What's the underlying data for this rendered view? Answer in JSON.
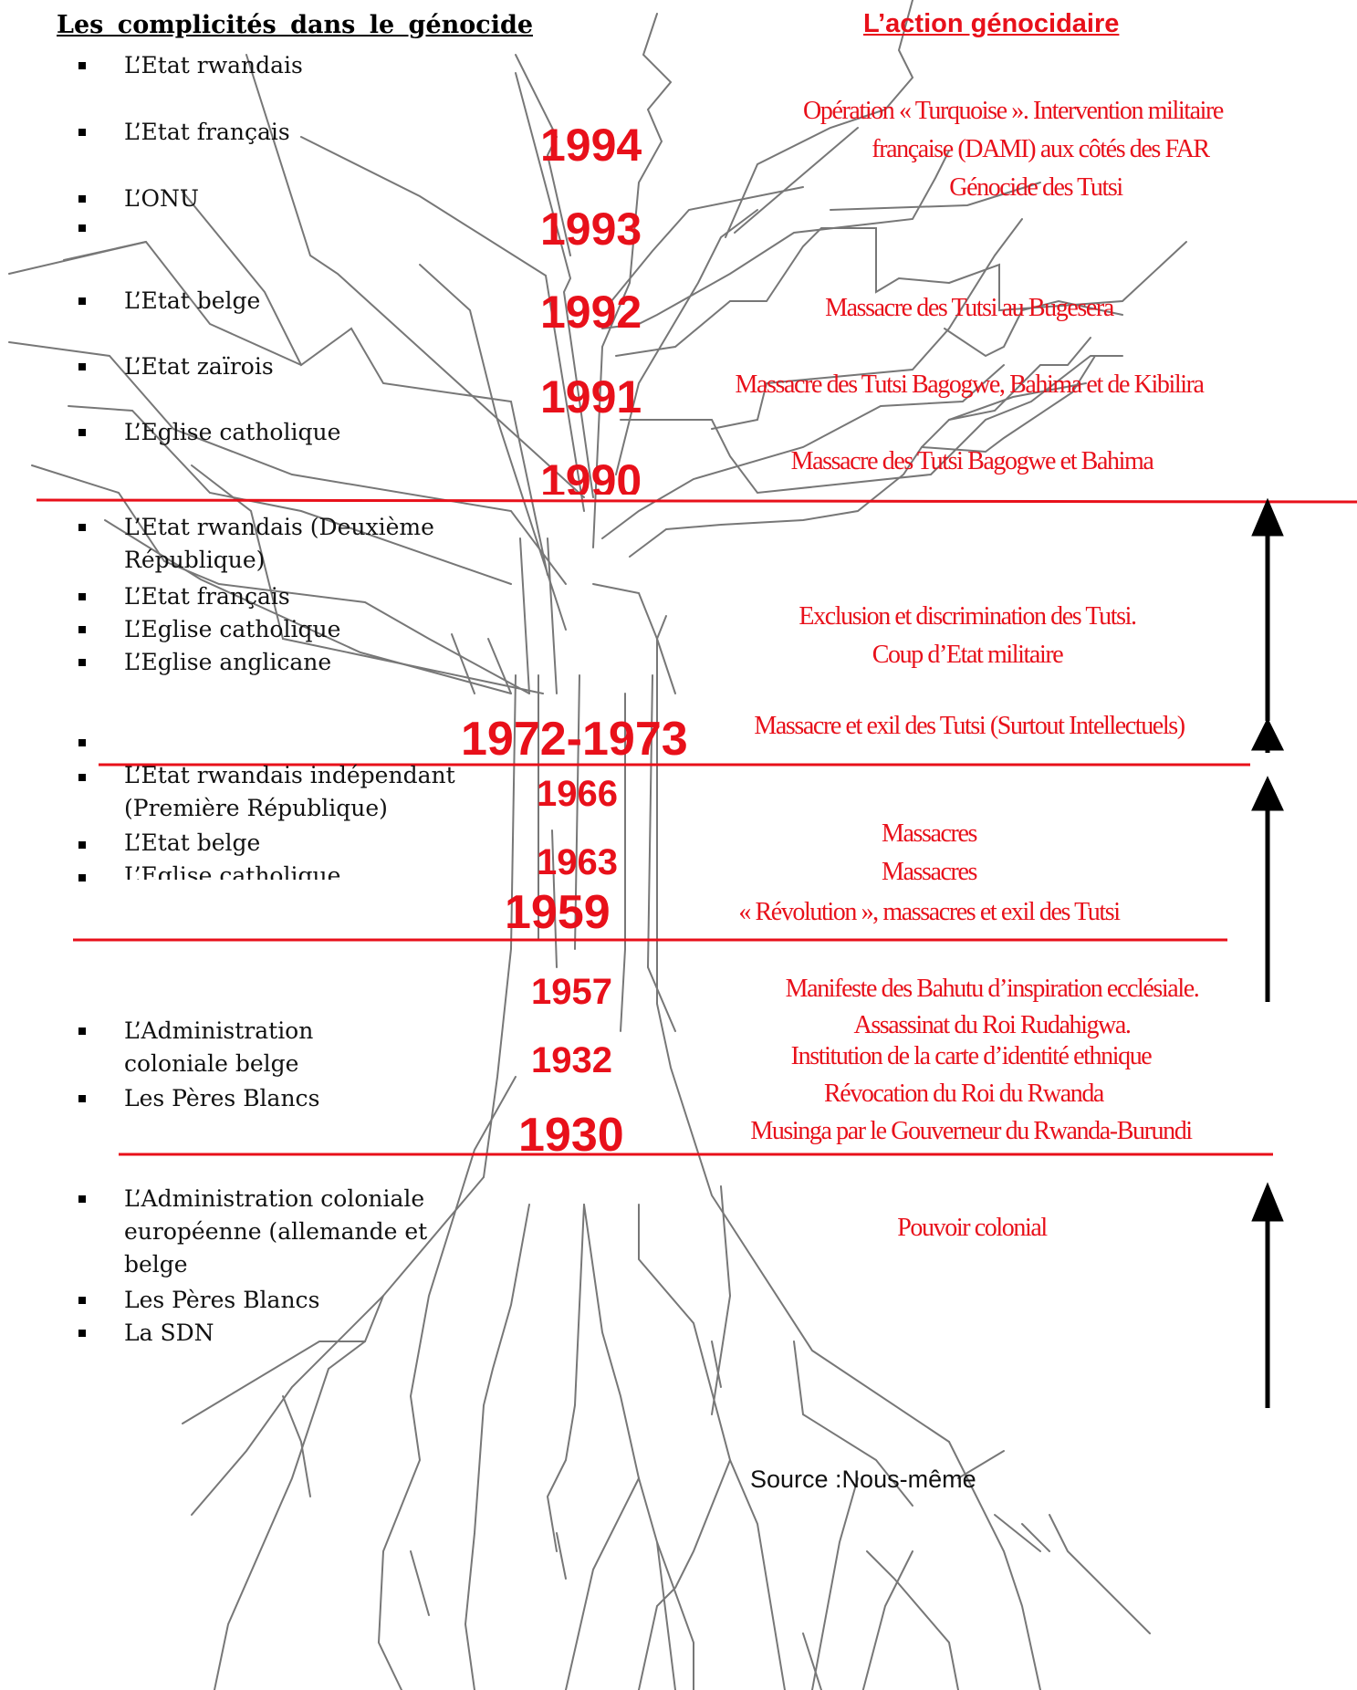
{
  "left_header": "Les complicités dans le génocide",
  "right_header": "L’action génocidaire",
  "sections": [
    {
      "items": [
        "L’Etat rwandais",
        "L’Etat français",
        "L’ONU",
        "",
        "L’Etat belge",
        "L’Etat zaïrois",
        "L’Eglise catholique"
      ]
    },
    {
      "items": [
        "L’Etat rwandais (Deuxième",
        "République)",
        "L’Etat français",
        "L’Eglise catholique",
        "L’Eglise anglicane",
        ""
      ]
    },
    {
      "items": [
        "L’Etat rwandais indépendant",
        "(Première République)",
        "L’Etat belge",
        "L’Eglise catholique"
      ]
    },
    {
      "items": [
        "L’Administration",
        "coloniale belge",
        "Les Pères Blancs"
      ]
    },
    {
      "items": [
        "L’Administration coloniale",
        "européenne (allemande et",
        "belge",
        "Les Pères Blancs",
        "La SDN"
      ]
    }
  ],
  "years": [
    "1994",
    "1993",
    "1992",
    "1991",
    "1990",
    "1972-1973",
    "1966",
    "1963",
    "1959",
    "1957",
    "1932",
    "1930"
  ],
  "events": [
    "Opération « Turquoise ». Intervention  militaire",
    "française (DAMI)  aux côtés des FAR",
    "Génocide des Tutsi",
    "Massacre des Tutsi  au Bugesera",
    "Massacre des Tutsi  Bagogwe, Bahima et de Kibilira",
    "Massacre des Tutsi  Bagogwe et Bahima",
    "Exclusion et discrimination des Tutsi.",
    "Coup d’Etat militaire",
    "Massacre et exil des Tutsi (Surtout Intellectuels)",
    "Massacres",
    "Massacres",
    "« Révolution »,  massacres  et exil des Tutsi",
    "Manifeste des Bahutu d’inspiration ecclésiale.",
    "Assassinat du Roi Rudahigwa.",
    "Institution de la carte d’identité ethnique",
    "Révocation  du  Roi  du  Rwanda",
    "Musinga  par  le Gouverneur  du  Rwanda-Burundi",
    "Pouvoir colonial"
  ],
  "source": "Source :Nous-même",
  "colors": {
    "accent": "#e8101a",
    "lines": "#777777",
    "text": "#111111"
  }
}
